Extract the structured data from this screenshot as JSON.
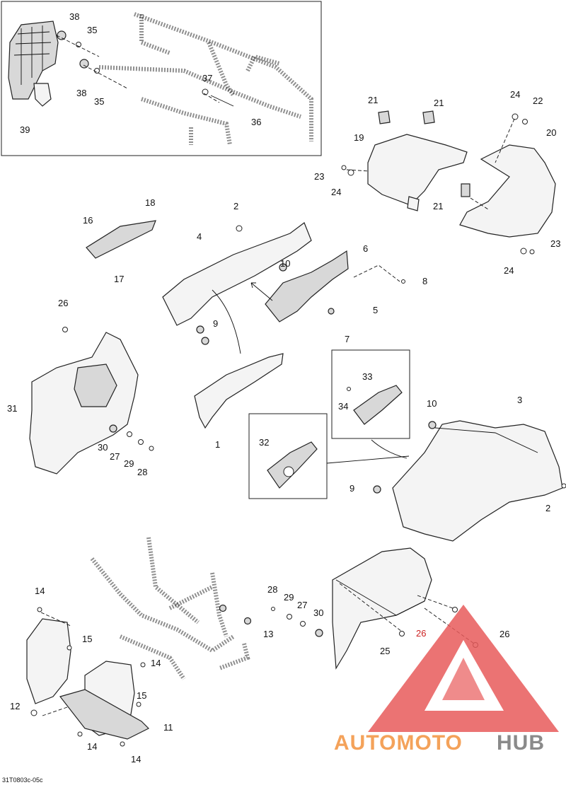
{
  "callouts": {
    "c38a": "38",
    "c35a": "35",
    "c38b": "38",
    "c35b": "35",
    "c37": "37",
    "c36": "36",
    "c39": "39",
    "c21a": "21",
    "c21b": "21",
    "c24a": "24",
    "c22": "22",
    "c19": "19",
    "c20": "20",
    "c23a": "23",
    "c24b": "24",
    "c21c": "21",
    "c23b": "23",
    "c24c": "24",
    "c2a": "2",
    "c18": "18",
    "c16": "16",
    "c4": "4",
    "c6": "6",
    "c10a": "10",
    "c17": "17",
    "c8": "8",
    "c5": "5",
    "c9a": "9",
    "c7": "7",
    "c26a": "26",
    "c31": "31",
    "c30a": "30",
    "c27a": "27",
    "c29a": "29",
    "c28a": "28",
    "c1": "1",
    "c33": "33",
    "c34": "34",
    "c32": "32",
    "c10b": "10",
    "c3": "3",
    "c9b": "9",
    "c2b": "2",
    "c14a": "14",
    "c28b": "28",
    "c29b": "29",
    "c27b": "27",
    "c30b": "30",
    "c13": "13",
    "c15a": "15",
    "c14b": "14",
    "c26b": "26",
    "c26c": "26",
    "c25": "25",
    "c12": "12",
    "c15b": "15",
    "c11": "11",
    "c14c": "14",
    "c14d": "14"
  },
  "footer": {
    "code": "31T0803c-05c"
  },
  "watermark": {
    "part1": "AUTOMOTO",
    "part2": "HUB",
    "color1": "#f4a25a",
    "color2": "#8a8a8a",
    "logo_color": "#e85a5a"
  }
}
